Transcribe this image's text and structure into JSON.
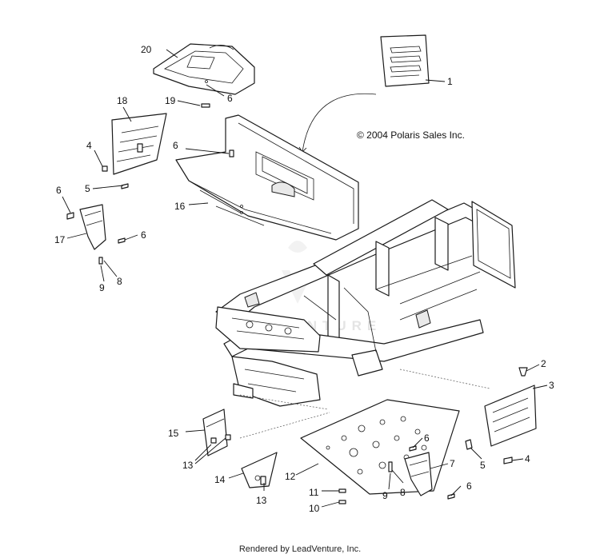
{
  "diagram": {
    "copyright": "© 2004 Polaris Sales Inc.",
    "footer": "Rendered by LeadVenture, Inc.",
    "watermark_text": "LEADVENTURE",
    "callouts": [
      {
        "id": "c1",
        "label": "1"
      },
      {
        "id": "c2",
        "label": "2"
      },
      {
        "id": "c3",
        "label": "3"
      },
      {
        "id": "c4a",
        "label": "4"
      },
      {
        "id": "c4b",
        "label": "4"
      },
      {
        "id": "c5a",
        "label": "5"
      },
      {
        "id": "c5b",
        "label": "5"
      },
      {
        "id": "c6a",
        "label": "6"
      },
      {
        "id": "c6b",
        "label": "6"
      },
      {
        "id": "c6c",
        "label": "6"
      },
      {
        "id": "c6d",
        "label": "6"
      },
      {
        "id": "c6e",
        "label": "6"
      },
      {
        "id": "c6f",
        "label": "6"
      },
      {
        "id": "c7",
        "label": "7"
      },
      {
        "id": "c8a",
        "label": "8"
      },
      {
        "id": "c8b",
        "label": "8"
      },
      {
        "id": "c9a",
        "label": "9"
      },
      {
        "id": "c9b",
        "label": "9"
      },
      {
        "id": "c10",
        "label": "10"
      },
      {
        "id": "c11",
        "label": "11"
      },
      {
        "id": "c12",
        "label": "12"
      },
      {
        "id": "c13a",
        "label": "13"
      },
      {
        "id": "c13b",
        "label": "13"
      },
      {
        "id": "c14",
        "label": "14"
      },
      {
        "id": "c15",
        "label": "15"
      },
      {
        "id": "c16",
        "label": "16"
      },
      {
        "id": "c17",
        "label": "17"
      },
      {
        "id": "c18",
        "label": "18"
      },
      {
        "id": "c19",
        "label": "19"
      },
      {
        "id": "c20",
        "label": "20"
      }
    ]
  }
}
